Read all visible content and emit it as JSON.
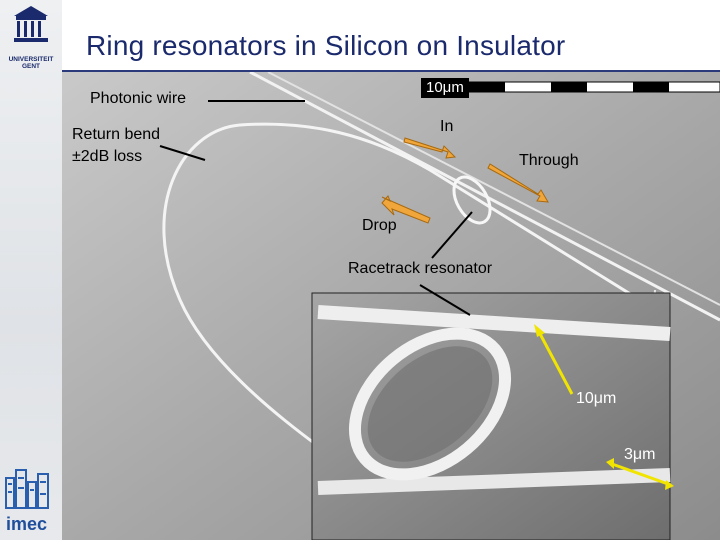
{
  "slide": {
    "title": "Ring resonators in Silicon on Insulator"
  },
  "logos": {
    "university_text": "UNIVERSITEIT GENT",
    "imec_text": "imec"
  },
  "labels": {
    "photonic_wire": "Photonic wire",
    "return_bend": "Return bend",
    "loss": "±2dB loss",
    "in": "In",
    "through": "Through",
    "drop": "Drop",
    "racetrack": "Racetrack resonator",
    "scale_bar": "10μm",
    "dim_10": "10μm",
    "dim_3": "3μm"
  },
  "colors": {
    "title": "#1a2a6c",
    "arrow_fill": "#f0a63a",
    "arrow_stroke": "#a86a10",
    "dimension": "#f0e400"
  }
}
